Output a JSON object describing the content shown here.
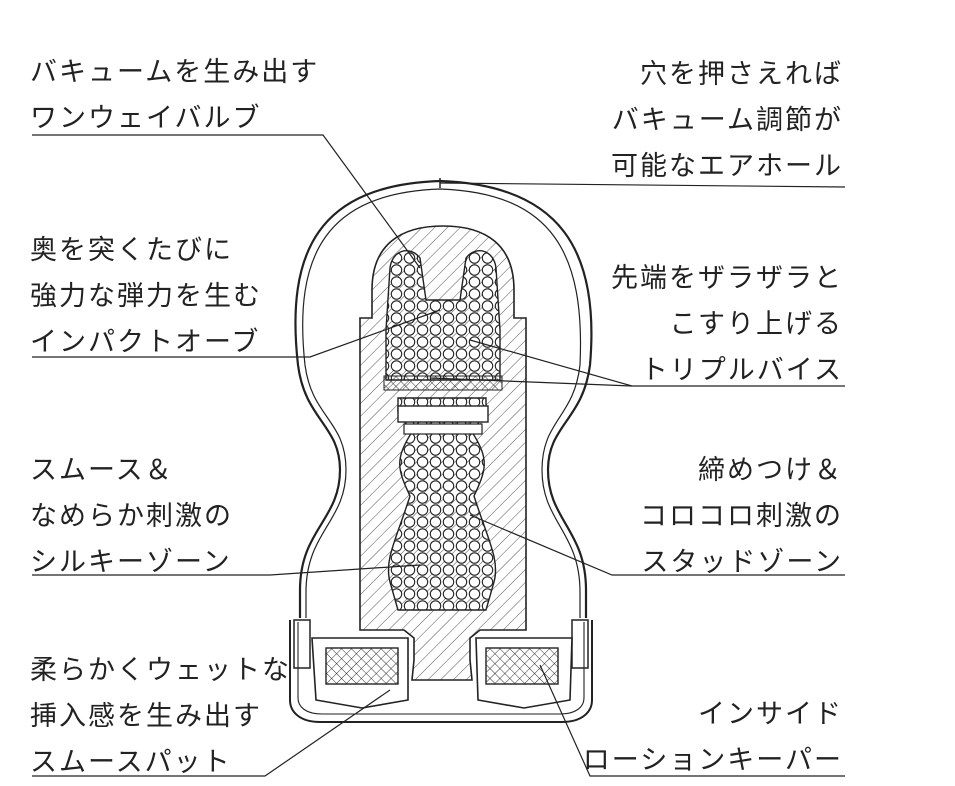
{
  "callouts": {
    "valve": {
      "lines": [
        "バキュームを生み出す",
        "ワンウェイバルブ"
      ]
    },
    "air_hole": {
      "lines": [
        "穴を押さえれば",
        "バキューム調節が",
        "可能なエアホール"
      ]
    },
    "orb": {
      "lines": [
        "奥を突くたびに",
        "強力な弾力を生む",
        "インパクトオーブ"
      ]
    },
    "vise": {
      "lines": [
        "先端をザラザラと",
        "こすり上げる",
        "トリプルバイス"
      ]
    },
    "silky": {
      "lines": [
        "スムース＆",
        "なめらか刺激の",
        "シルキーゾーン"
      ]
    },
    "stud": {
      "lines": [
        "締めつけ＆",
        "コロコロ刺激の",
        "スタッドゾーン"
      ]
    },
    "pad": {
      "lines": [
        "柔らかくウェットな",
        "挿入感を生み出す",
        "スムースパット"
      ]
    },
    "keeper": {
      "lines": [
        "インサイド",
        "ローションキーパー"
      ]
    }
  },
  "colors": {
    "line": "#222222",
    "background": "#ffffff"
  }
}
